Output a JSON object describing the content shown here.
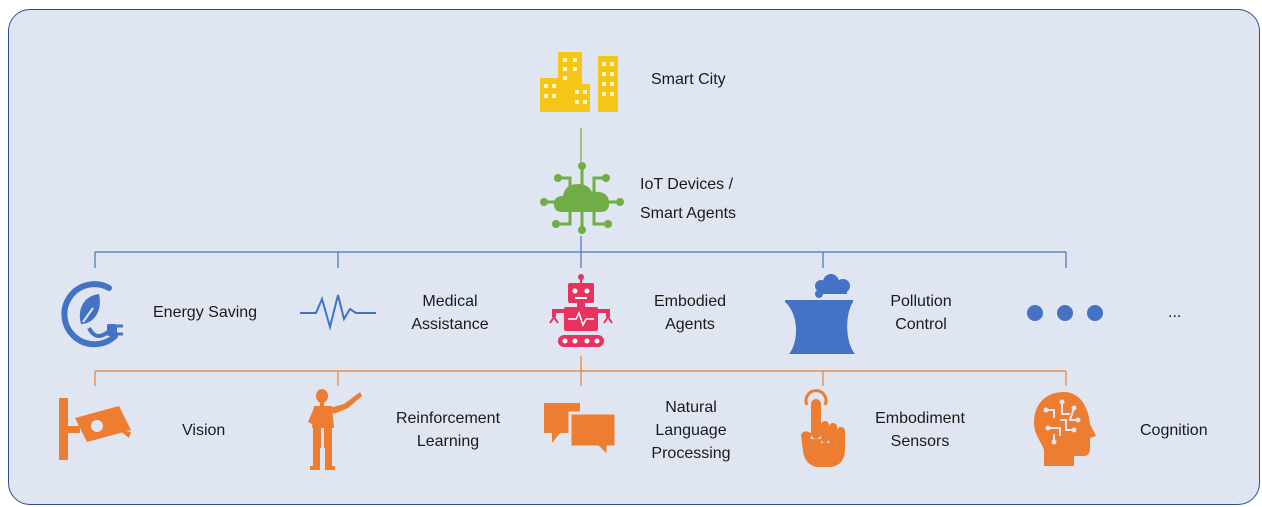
{
  "root": {
    "label": "Smart City",
    "icon": "city-buildings-icon",
    "color": "#f5c518"
  },
  "hub": {
    "label_line1": "IoT Devices /",
    "label_line2": "Smart Agents",
    "icon": "iot-cloud-icon",
    "color": "#70ad47"
  },
  "applications": {
    "color": "#4472c4",
    "items": [
      {
        "icon": "energy-plug-icon",
        "lines": [
          "Energy Saving"
        ]
      },
      {
        "icon": "heartbeat-icon",
        "lines": [
          "Medical",
          "Assistance"
        ]
      },
      {
        "icon": "robot-icon",
        "lines": [
          "Embodied",
          "Agents"
        ],
        "icon_color": "#e8325f"
      },
      {
        "icon": "factory-smoke-icon",
        "lines": [
          "Pollution",
          "Control"
        ]
      },
      {
        "icon": "ellipsis-dots-icon",
        "lines": [
          "..."
        ]
      }
    ]
  },
  "capabilities": {
    "color": "#ed7d31",
    "items": [
      {
        "icon": "security-camera-icon",
        "lines": [
          "Vision"
        ]
      },
      {
        "icon": "wooden-figure-icon",
        "lines": [
          "Reinforcement",
          "Learning"
        ]
      },
      {
        "icon": "speech-bubbles-icon",
        "lines": [
          "Natural",
          "Language",
          "Processing"
        ]
      },
      {
        "icon": "touch-finger-icon",
        "lines": [
          "Embodiment",
          "Sensors"
        ]
      },
      {
        "icon": "brain-head-icon",
        "lines": [
          "Cognition"
        ]
      }
    ]
  }
}
